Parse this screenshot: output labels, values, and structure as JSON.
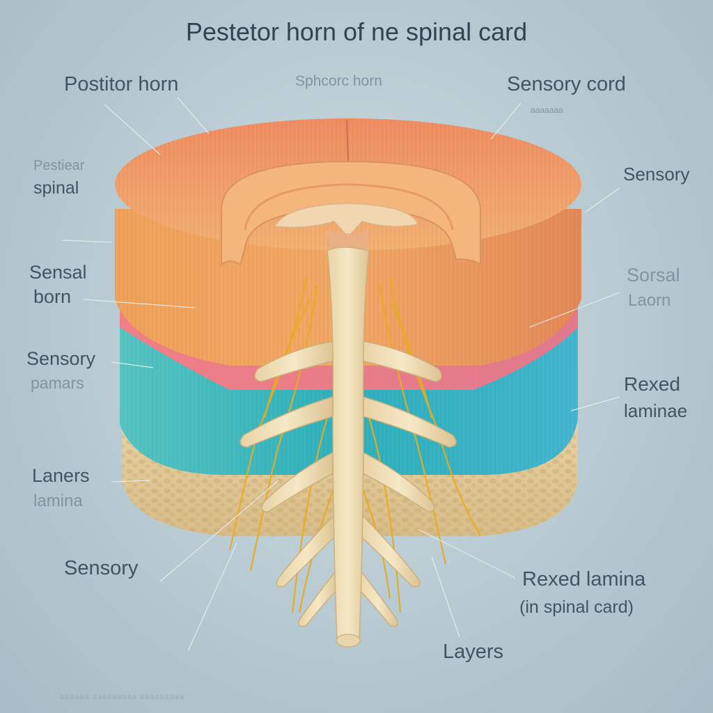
{
  "title": "Pestetor horn of ne spinal card",
  "labels": {
    "posterior_horn": "Postitor horn",
    "spinal_horn_faint": "Sphcorc horn",
    "sensory_cord": "Sensory cord",
    "sensory_cord_sub": "aaaaaaa",
    "posterior_spinal_l1": "Pestiear",
    "posterior_spinal_l2": "spinal",
    "sensory_right": "Sensory",
    "sensal_horn_l1": "Sensal",
    "sensal_horn_l2": "born",
    "sorsal_laborn_l1": "Sorsal",
    "sorsal_laborn_l2": "Laorn",
    "sensory_pamars_l1": "Sensory",
    "sensory_pamars_l2": "pamars",
    "rexed_laminae_l1": "Rexed",
    "rexed_laminae_l2": "laminae",
    "laners_lamina_l1": "Laners",
    "laners_lamina_l2": "lamina",
    "sensory_bottom": "Sensory",
    "rexed_lamina_bottom_l1": "Rexed lamina",
    "rexed_lamina_bottom_l2": "(in spinal card)",
    "layers": "Layers"
  },
  "footer": "aaaaaa aaaaaaaaa aaaaaaaaa",
  "colors": {
    "background": "#b7c9d1",
    "orange_layer": "#ef9a58",
    "pink_layer": "#e07d7f",
    "teal_layer": "#3fb5c0",
    "bone_layer": "#e3c999",
    "nerve_fibers": "#e6ad1e",
    "text": "#3f5563"
  }
}
